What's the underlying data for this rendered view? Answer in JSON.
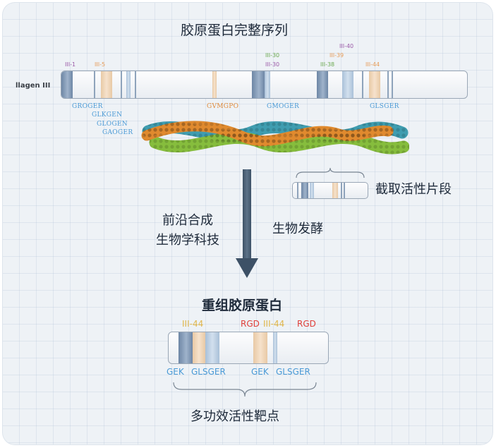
{
  "title": "胶原蛋白完整序列",
  "collagen_label": "llagen III",
  "top_domains": [
    {
      "text": "III-1",
      "color": "#9b5aa8"
    },
    {
      "text": "III-5",
      "color": "#e69a55"
    },
    {
      "text": "III-30",
      "color": "#6aa84f"
    },
    {
      "text": "III-30",
      "color": "#9b5aa8"
    },
    {
      "text": "III-40",
      "color": "#9b5aa8"
    },
    {
      "text": "III-39",
      "color": "#e69a55"
    },
    {
      "text": "III-38",
      "color": "#6aa84f"
    },
    {
      "text": "III-44",
      "color": "#e69a55"
    }
  ],
  "top_motifs": [
    "GROGER",
    "GLKGEN",
    "GLOGEN",
    "GAOGER",
    "GVMGPO",
    "GMOGER",
    "GLSGER"
  ],
  "truncated_label": "截取活性片段",
  "left_method_line1": "前沿合成",
  "left_method_line2": "生物学科技",
  "right_method": "生物发酵",
  "recombinant_title": "重组胶原蛋白",
  "bottom_domains": [
    {
      "text": "III-44",
      "color": "#e0b64a"
    },
    {
      "text": "RGD",
      "color": "#e0403a"
    },
    {
      "text": "III-44",
      "color": "#e0b64a"
    },
    {
      "text": "RGD",
      "color": "#e0403a"
    }
  ],
  "bottom_motifs": [
    "GEK",
    "GLSGER",
    "GEK",
    "GLSGER"
  ],
  "bottom_caption": "多功效活性靶点",
  "colors": {
    "motif_blue": "#4a9ad6",
    "motif_orange": "#e08a3a",
    "arrow": "#3d5166"
  }
}
